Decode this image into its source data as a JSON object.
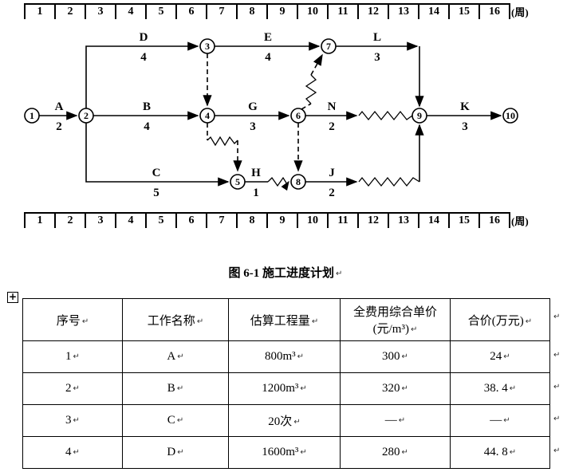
{
  "ruler": {
    "units": [
      "1",
      "2",
      "3",
      "4",
      "5",
      "6",
      "7",
      "8",
      "9",
      "10",
      "11",
      "12",
      "13",
      "14",
      "15",
      "16"
    ],
    "unit_label": "(周)"
  },
  "diagram": {
    "nodes": [
      "1",
      "2",
      "3",
      "4",
      "5",
      "6",
      "7",
      "8",
      "9",
      "10"
    ],
    "activities": {
      "A": {
        "name": "A",
        "duration": "2"
      },
      "B": {
        "name": "B",
        "duration": "4"
      },
      "C": {
        "name": "C",
        "duration": "5"
      },
      "D": {
        "name": "D",
        "duration": "4"
      },
      "E": {
        "name": "E",
        "duration": "4"
      },
      "G": {
        "name": "G",
        "duration": "3"
      },
      "H": {
        "name": "H",
        "duration": "1"
      },
      "J": {
        "name": "J",
        "duration": "2"
      },
      "K": {
        "name": "K",
        "duration": "3"
      },
      "L": {
        "name": "L",
        "duration": "3"
      },
      "N": {
        "name": "N",
        "duration": "2"
      }
    }
  },
  "caption": "图 6-1 施工进度计划",
  "marks": {
    "paragraph": "↵"
  },
  "icons": {
    "move_handle": "+"
  },
  "table": {
    "headers": [
      "序号",
      "工作名称",
      "估算工程量",
      "全费用综合单价",
      "合价(万元)"
    ],
    "header4_line2": "(元/m³)",
    "rows": [
      [
        "1",
        "A",
        "800m³",
        "300",
        "24"
      ],
      [
        "2",
        "B",
        "1200m³",
        "320",
        "38. 4"
      ],
      [
        "3",
        "C",
        "20次",
        "—",
        "—"
      ],
      [
        "4",
        "D",
        "1600m³",
        "280",
        "44. 8"
      ]
    ]
  }
}
